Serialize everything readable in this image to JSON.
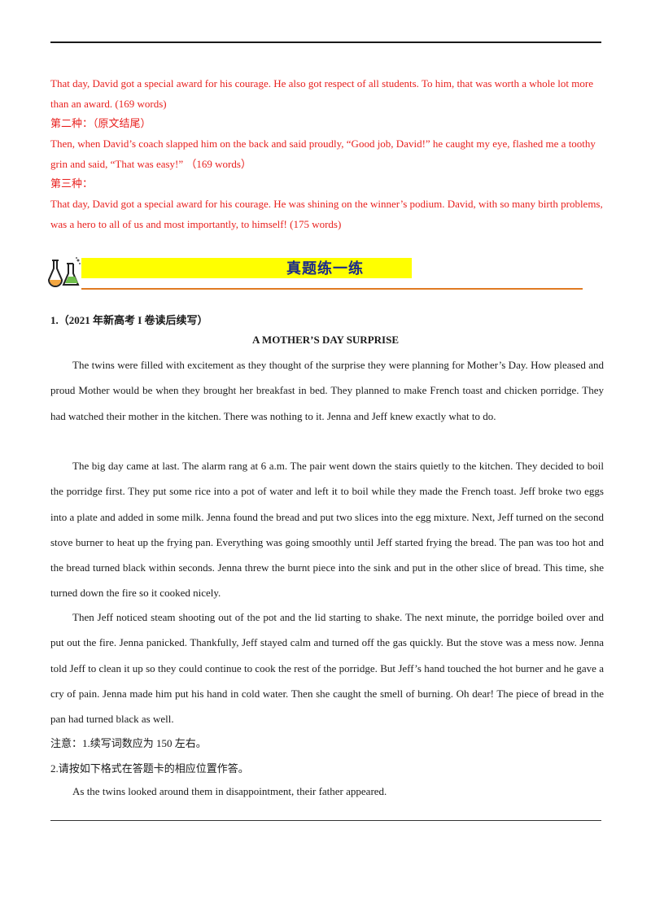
{
  "ending_block": {
    "p1": "That day, David got a special award for his courage. He also got respect of all students. To him, that was worth a whole lot more than an award. (169 words)",
    "label2": "第二种：（原文结尾）",
    "p2": "Then, when David’s coach slapped him on the back and said proudly, “Good job, David!” he caught my eye, flashed me a toothy grin and said, “That was easy!”  （169 words）",
    "label3": "第三种：",
    "p3": "That day, David got a special award for his courage. He was shining on the winner’s podium. David, with so many birth problems, was a hero to all of us and most importantly, to himself! (175 words)"
  },
  "section": {
    "title": "真题练一练",
    "icon": "flask-icon",
    "bar_color": "#ffff00",
    "title_color": "#1a2a8a",
    "underline_color": "#e07a22"
  },
  "question": {
    "label": "1.（2021 年新高考 I 卷读后续写）",
    "story_title": "A MOTHER’S DAY SURPRISE",
    "paragraphs": [
      "The twins were filled with excitement as they thought of the surprise they were planning for Mother’s Day. How pleased and proud Mother would be when they brought her breakfast in bed. They planned to make French toast and chicken porridge. They had watched their mother in the kitchen. There was nothing to it. Jenna and Jeff knew exactly what to do.",
      "The big day came at last. The alarm rang at 6 a.m. The pair went down the stairs quietly to the kitchen. They decided to boil the porridge first. They put some rice into a pot of water and left it to boil while they made the French toast. Jeff broke two eggs into a plate and added in some milk. Jenna found the bread and put two slices into the egg mixture. Next, Jeff turned on the second stove burner to heat up the frying pan. Everything was going smoothly until Jeff started frying the bread. The pan was too hot and the bread turned black within seconds. Jenna threw the burnt piece into the  sink and put in the other slice of bread. This time, she turned down the fire so it cooked nicely.",
      "Then Jeff noticed steam shooting out of the pot and the lid starting to shake. The next minute, the porridge boiled over and put out the fire. Jenna panicked. Thankfully, Jeff stayed calm and turned off the gas quickly. But the stove was a mess now. Jenna told Jeff to clean it up so they could continue to cook the rest of the porridge. But Jeff’s hand touched the hot burner and he gave a cry of pain. Jenna made him put his hand in cold water. Then she caught the smell of burning. Oh dear! The piece of bread in the pan had turned black as well."
    ],
    "note1": "注意：1.续写词数应为 150 左右。",
    "note2": "2.请按如下格式在答题卡的相应位置作答。",
    "continuation_start": "As the twins looked around them in disappointment, their father appeared."
  }
}
